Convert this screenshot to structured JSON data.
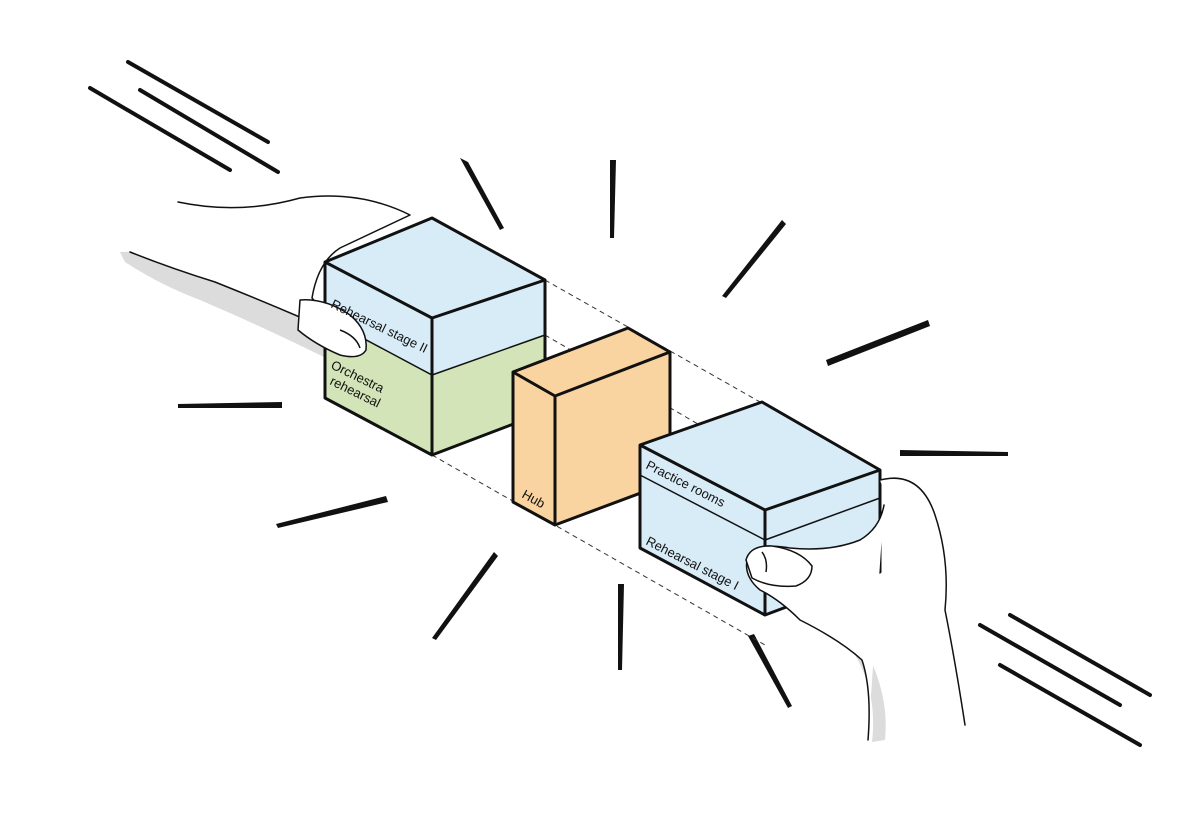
{
  "diagram": {
    "blocks": [
      {
        "id": "left-block",
        "labels": [
          "Rehearsal stage II",
          "Orchestra rehearsal"
        ]
      },
      {
        "id": "hub-block",
        "labels": [
          "Hub"
        ]
      },
      {
        "id": "right-block",
        "labels": [
          "Practice rooms",
          "Rehearsal stage I"
        ]
      }
    ],
    "labels": {
      "rehearsal_stage_ii": "Rehearsal stage II",
      "orchestra_line1": "Orchestra",
      "orchestra_line2": "rehearsal",
      "hub": "Hub",
      "practice_rooms": "Practice rooms",
      "rehearsal_stage_i": "Rehearsal stage I"
    },
    "colors": {
      "blue": "#d8ecf8",
      "green": "#d3e5b8",
      "orange": "#fad4a0",
      "outline": "#111111",
      "shadow": "#dcdcdc"
    }
  }
}
